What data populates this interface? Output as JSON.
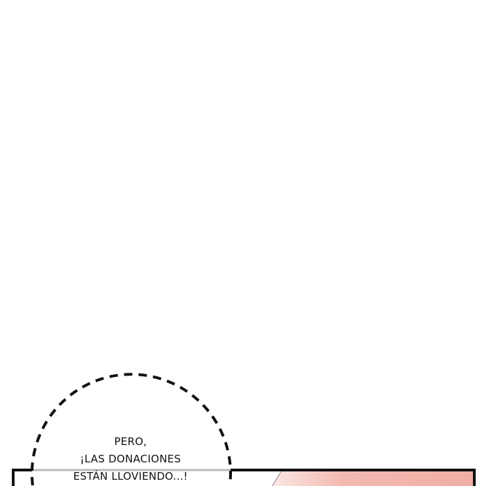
{
  "speech_bubble": {
    "lines": [
      "PERO,",
      "¡LAS DONACIONES",
      "ESTÁN LLOVIENDO...!"
    ]
  },
  "colors": {
    "panel_border": "#111111",
    "panel_fill": "#f2b5ae",
    "bubble_outline": "#111111"
  }
}
